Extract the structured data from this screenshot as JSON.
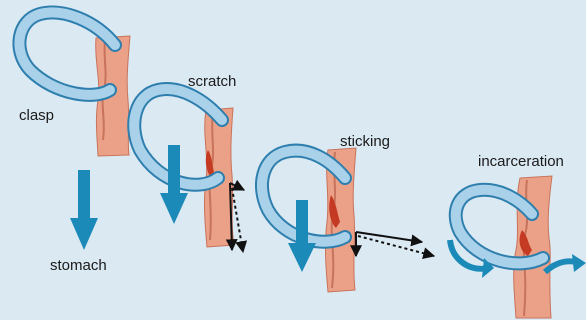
{
  "stages": [
    {
      "label": "clasp"
    },
    {
      "label": "scratch"
    },
    {
      "label": "sticking"
    },
    {
      "label": "incarceration"
    }
  ],
  "destination_label": "stomach",
  "colors": {
    "background": "#dbe9f3",
    "clip_fill": "#a9d2ea",
    "clip_outline": "#2f7fae",
    "tissue": "#eba187",
    "tissue_edge": "#c8735c",
    "lesion": "#c43a22",
    "arrow_blue": "#1b8ab8",
    "force_arrow": "#111111"
  },
  "icons": {
    "clip": "open-loop-clip-icon",
    "tissue": "tissue-strip-icon",
    "downward": "down-arrow-icon",
    "rotation": "curved-rotation-arrow-icon"
  }
}
